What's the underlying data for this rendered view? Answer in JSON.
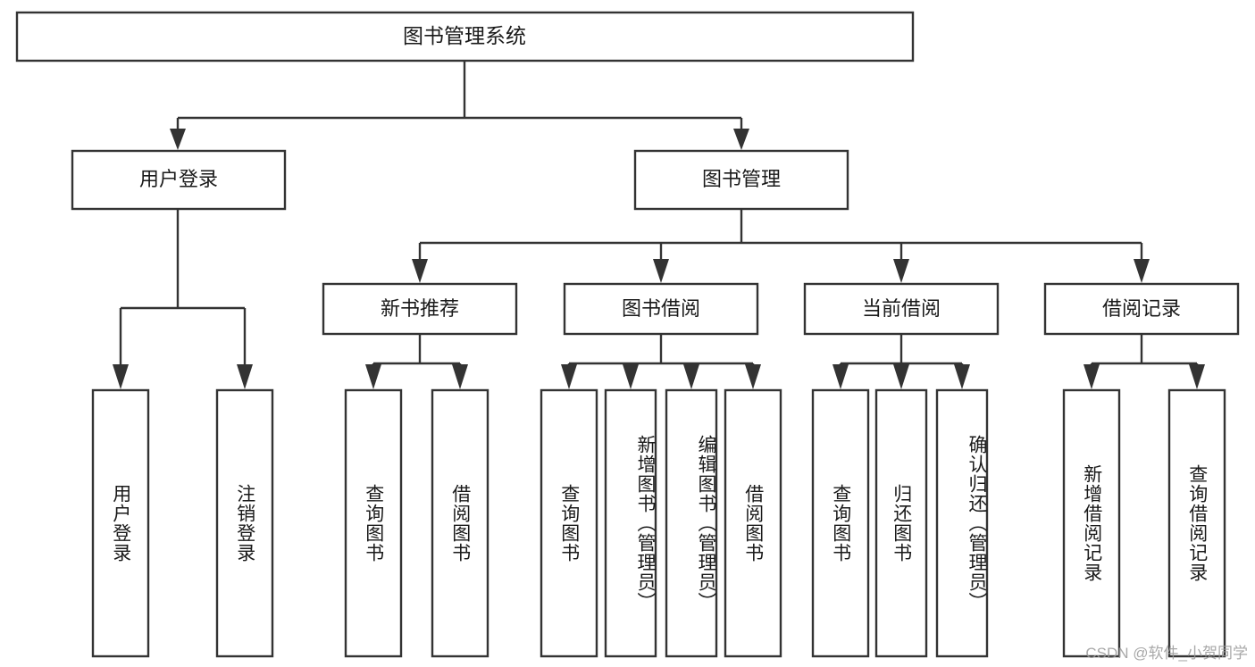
{
  "diagram": {
    "title": "图书管理系统",
    "type": "hierarchy-tree",
    "watermark": "CSDN @软件_小贺同学",
    "colors": {
      "stroke": "#333333",
      "fill": "#ffffff",
      "text": "#1a1a1a",
      "watermark": "#9a9a9a"
    },
    "levels": {
      "root": {
        "label": "图书管理系统"
      },
      "level2": [
        {
          "id": "user-login",
          "label": "用户登录"
        },
        {
          "id": "book-management",
          "label": "图书管理"
        }
      ],
      "level3": [
        {
          "id": "new-book-recommend",
          "label": "新书推荐",
          "parent": "book-management"
        },
        {
          "id": "book-borrow",
          "label": "图书借阅",
          "parent": "book-management"
        },
        {
          "id": "current-borrow",
          "label": "当前借阅",
          "parent": "book-management"
        },
        {
          "id": "borrow-record",
          "label": "借阅记录",
          "parent": "book-management"
        }
      ],
      "leaves": [
        {
          "id": "leaf-user-login",
          "label": "用户登录",
          "parent": "user-login"
        },
        {
          "id": "leaf-logout-login",
          "label": "注销登录",
          "parent": "user-login"
        },
        {
          "id": "leaf-query-book-1",
          "label": "查询图书",
          "parent": "new-book-recommend"
        },
        {
          "id": "leaf-borrow-book-1",
          "label": "借阅图书",
          "parent": "new-book-recommend"
        },
        {
          "id": "leaf-query-book-2",
          "label": "查询图书",
          "parent": "book-borrow"
        },
        {
          "id": "leaf-add-book",
          "label": "新增图书（管理员）",
          "parent": "book-borrow"
        },
        {
          "id": "leaf-edit-book",
          "label": "编辑图书（管理员）",
          "parent": "book-borrow"
        },
        {
          "id": "leaf-borrow-book-2",
          "label": "借阅图书",
          "parent": "book-borrow"
        },
        {
          "id": "leaf-query-book-3",
          "label": "查询图书",
          "parent": "current-borrow"
        },
        {
          "id": "leaf-return-book",
          "label": "归还图书",
          "parent": "current-borrow"
        },
        {
          "id": "leaf-confirm-return",
          "label": "确认归还（管理员）",
          "parent": "current-borrow"
        },
        {
          "id": "leaf-add-record",
          "label": "新增借阅记录",
          "parent": "borrow-record"
        },
        {
          "id": "leaf-query-record",
          "label": "查询借阅记录",
          "parent": "borrow-record"
        }
      ]
    }
  }
}
